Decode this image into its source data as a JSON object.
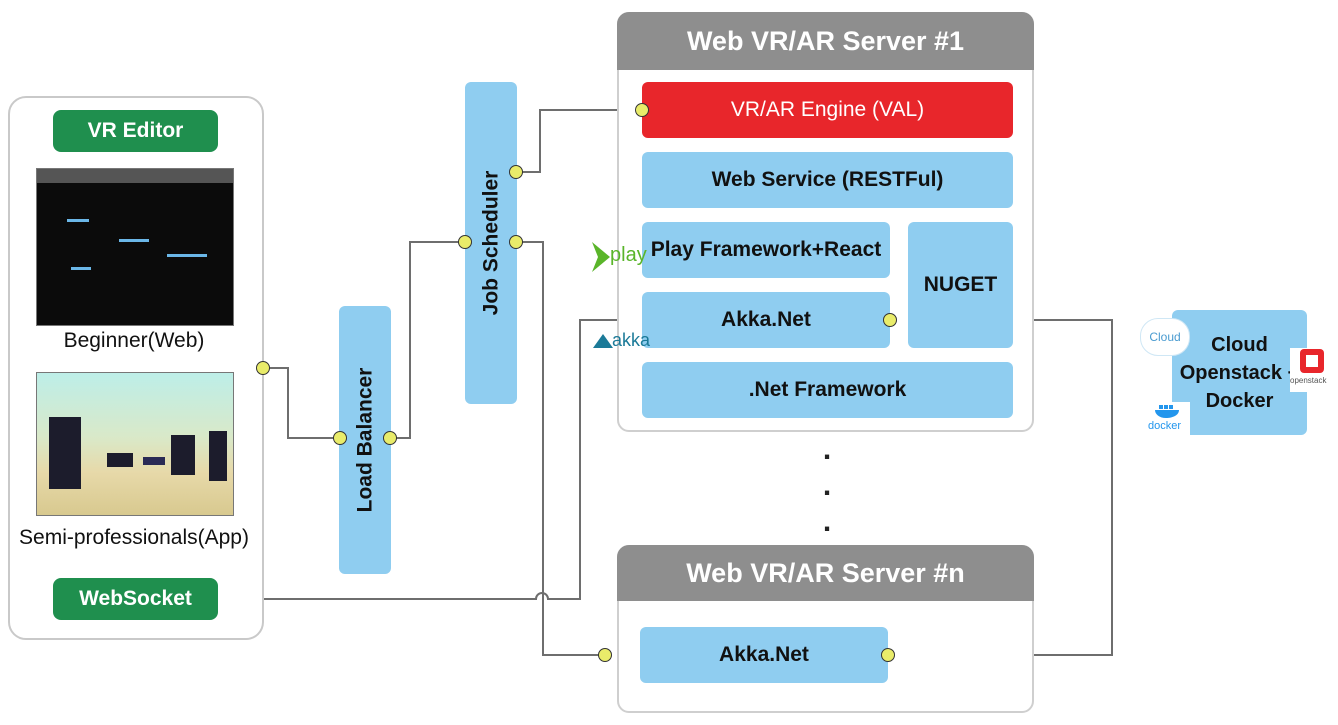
{
  "editor": {
    "title": "VR Editor",
    "beginner_label": "Beginner(Web)",
    "semi_label": "Semi-professionals(App)",
    "websocket_label": "WebSocket"
  },
  "load_balancer": {
    "label": "Load Balancer"
  },
  "job_scheduler": {
    "label": "Job Scheduler"
  },
  "server1": {
    "title": "Web VR/AR Server #1",
    "engine": "VR/AR Engine (VAL)",
    "web_service": "Web Service (RESTFul)",
    "play": "Play Framework+React",
    "akka": "Akka.Net",
    "nuget": "NUGET",
    "net": ".Net Framework"
  },
  "servern": {
    "title": "Web VR/AR Server #n",
    "akka": "Akka.Net"
  },
  "ellipsis": ".\n.\n.",
  "logos": {
    "play": "play",
    "akka": "akka",
    "cloud": "Cloud",
    "docker": "docker",
    "openstack": "openstack"
  },
  "cloud_box": {
    "line1": "Cloud",
    "line2": "Openstack +",
    "line3": "Docker"
  },
  "colors": {
    "blue": "#8fcdf0",
    "red": "#e8262b",
    "green": "#1f8f4e",
    "header_gray": "#8e8e8e",
    "connector_dot": "#e9ec6a"
  }
}
